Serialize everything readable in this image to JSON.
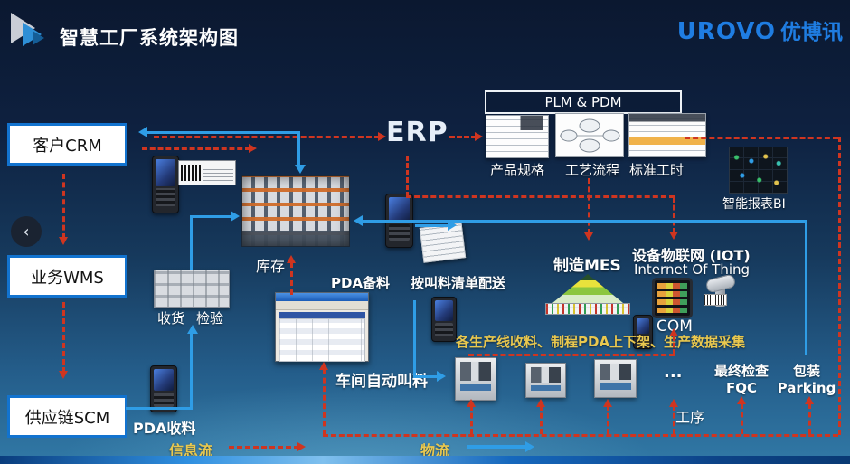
{
  "header": {
    "title": "智慧工厂系统架构图",
    "brand": "UROVO",
    "brand_cn": "优博讯",
    "back_icon": "‹"
  },
  "systems": {
    "crm": "客户CRM",
    "wms": "业务WMS",
    "scm": "供应链SCM",
    "erp": "ERP",
    "plm_pdm": "PLM & PDM",
    "mes": "制造MES",
    "bi": "智能报表BI",
    "iot_cn": "设备物联网 (IOT)",
    "iot_en": "Internet Of Thing",
    "com": "COM"
  },
  "plm_items": {
    "product_spec": "产品规格",
    "process_flow": "工艺流程",
    "std_hours": "标准工时"
  },
  "warehouse": {
    "inventory": "库存",
    "receive": "收货",
    "inspect": "检验",
    "pda_receive": "PDA收料",
    "pda_prepare": "PDA备料",
    "delivery": "按叫料清单配送",
    "workshop_call": "车间自动叫料"
  },
  "production": {
    "note": "各生产线收料、制程PDA上下架、生产数据采集",
    "ellipsis": "...",
    "fqc_cn": "最终检查",
    "fqc_en": "FQC",
    "pack_cn": "包装",
    "pack_en": "Parking",
    "process": "工序"
  },
  "legend": {
    "info": "信息流",
    "material": "物流"
  },
  "colors": {
    "accent_blue": "#2f9de6",
    "alert_red": "#cf3520",
    "label_yellow": "#e9c84f",
    "brand_blue": "#1f7de2"
  }
}
